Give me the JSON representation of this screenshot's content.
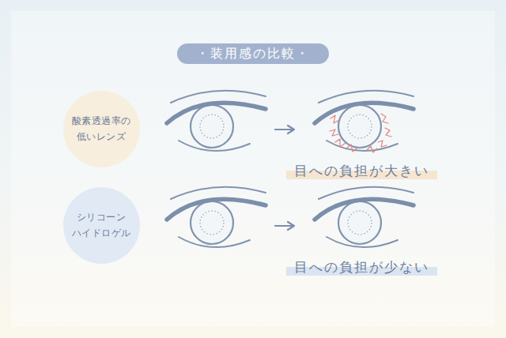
{
  "diagram": {
    "title": "・装用感の比較・",
    "nodes": [
      {
        "text": [
          "酸素透過率の 低いレンズ"
        ]
      },
      {
        "text": [
          "目への負担が大きい"
        ]
      },
      {
        "text": [
          "シリコーン ハイドロゲル"
        ]
      },
      {
        "text": [
          "目への負担が少ない"
        ]
      }
    ]
  }
}
